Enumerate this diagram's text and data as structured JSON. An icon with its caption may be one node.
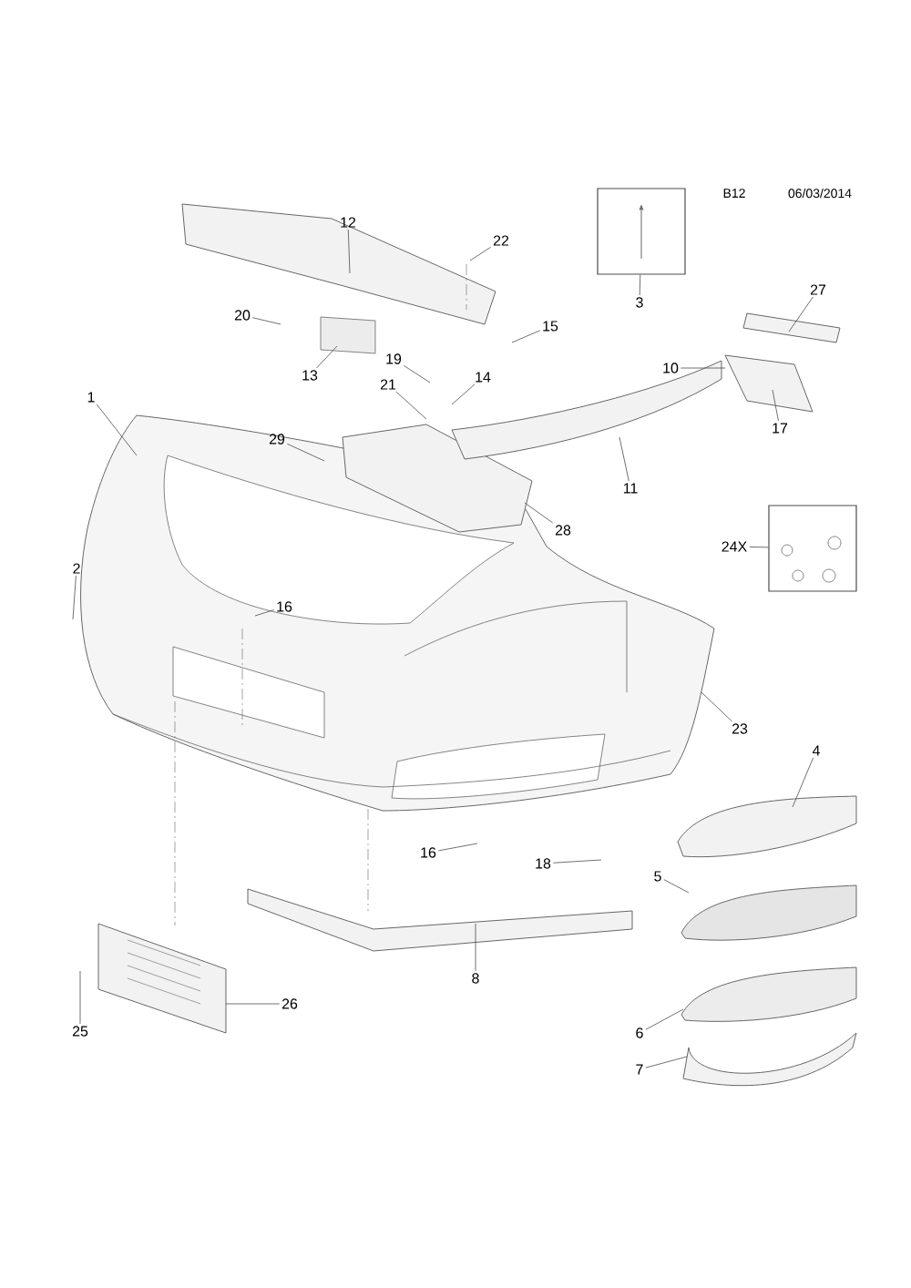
{
  "diagram": {
    "nodes": [
      {
        "text": [],
        "shape": "box"
      },
      {
        "text": [
          "3"
        ]
      },
      {
        "text": [
          "12"
        ]
      },
      {
        "text": [
          "22"
        ]
      },
      {
        "text": [
          "27"
        ]
      },
      {
        "text": [
          "20"
        ]
      },
      {
        "text": [
          "15"
        ]
      },
      {
        "text": [
          "19"
        ]
      },
      {
        "text": [
          "13"
        ]
      },
      {
        "text": [
          "10"
        ]
      },
      {
        "text": [
          "21"
        ]
      },
      {
        "text": [
          "14"
        ]
      },
      {
        "text": [
          "1"
        ]
      },
      {
        "text": [
          "17"
        ]
      },
      {
        "text": [
          "29"
        ]
      },
      {
        "text": [
          "11"
        ]
      },
      {
        "text": [
          "28"
        ]
      },
      {
        "text": [
          "24X"
        ]
      },
      {
        "text": [],
        "shape": "box"
      },
      {
        "text": [
          "2"
        ]
      },
      {
        "text": [
          "16"
        ]
      },
      {
        "text": [
          "23"
        ]
      },
      {
        "text": [
          "4"
        ]
      },
      {
        "text": [
          "16"
        ]
      },
      {
        "text": [
          "18"
        ]
      },
      {
        "text": [
          "5"
        ]
      },
      {
        "text": [
          "8"
        ]
      },
      {
        "text": [
          "26"
        ]
      },
      {
        "text": [
          "6"
        ]
      },
      {
        "text": [
          "25"
        ]
      },
      {
        "text": [
          "7"
        ]
      }
    ],
    "edges": [
      {
        "from": 1,
        "to": 0,
        "arrow": "none"
      },
      {
        "from": 2,
        "to": null,
        "arrow": "none"
      },
      {
        "from": 3,
        "to": null,
        "arrow": "none"
      },
      {
        "from": 4,
        "to": null,
        "arrow": "none"
      },
      {
        "from": 5,
        "to": null,
        "arrow": "none"
      },
      {
        "from": 6,
        "to": null,
        "arrow": "none"
      },
      {
        "from": 7,
        "to": null,
        "arrow": "none"
      },
      {
        "from": 8,
        "to": null,
        "arrow": "none"
      },
      {
        "from": 9,
        "to": null,
        "arrow": "none"
      },
      {
        "from": 10,
        "to": null,
        "arrow": "none"
      },
      {
        "from": 11,
        "to": null,
        "arrow": "none"
      },
      {
        "from": 12,
        "to": null,
        "arrow": "none"
      },
      {
        "from": 13,
        "to": null,
        "arrow": "none"
      },
      {
        "from": 14,
        "to": null,
        "arrow": "none"
      },
      {
        "from": 15,
        "to": null,
        "arrow": "none"
      },
      {
        "from": 16,
        "to": null,
        "arrow": "none"
      },
      {
        "from": 17,
        "to": 18,
        "arrow": "none"
      },
      {
        "from": 19,
        "to": null,
        "arrow": "none"
      },
      {
        "from": 20,
        "to": null,
        "arrow": "none"
      },
      {
        "from": 21,
        "to": null,
        "arrow": "none"
      },
      {
        "from": 22,
        "to": null,
        "arrow": "none"
      },
      {
        "from": 23,
        "to": null,
        "arrow": "none"
      },
      {
        "from": 24,
        "to": null,
        "arrow": "none"
      },
      {
        "from": 25,
        "to": null,
        "arrow": "none"
      },
      {
        "from": 26,
        "to": null,
        "arrow": "none"
      },
      {
        "from": 27,
        "to": null,
        "arrow": "none"
      },
      {
        "from": 28,
        "to": null,
        "arrow": "none"
      },
      {
        "from": 29,
        "to": null,
        "arrow": "none"
      },
      {
        "from": 30,
        "to": null,
        "arrow": "none"
      }
    ],
    "labels": [
      "B12",
      "06/03/2014"
    ]
  }
}
